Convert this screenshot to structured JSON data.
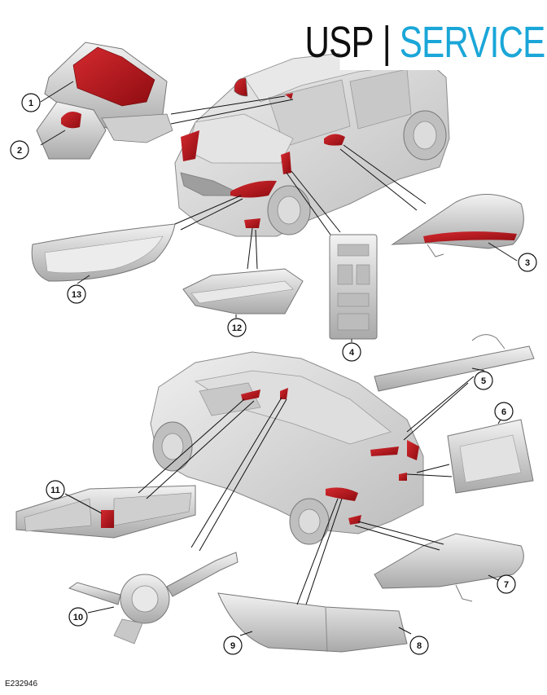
{
  "brand": {
    "left": "USP",
    "separator": "|",
    "right": "SERVICE",
    "left_color": "#0e0e0e",
    "right_color": "#1aa6d8"
  },
  "figure_id": "E232946",
  "callouts": [
    "1",
    "2",
    "3",
    "4",
    "5",
    "6",
    "7",
    "8",
    "9",
    "10",
    "11",
    "12",
    "13"
  ],
  "colors": {
    "highlight": "#b3141b",
    "part_fill": "#d9d9d9",
    "outline": "#7a7a7a",
    "leader": "#111111"
  }
}
